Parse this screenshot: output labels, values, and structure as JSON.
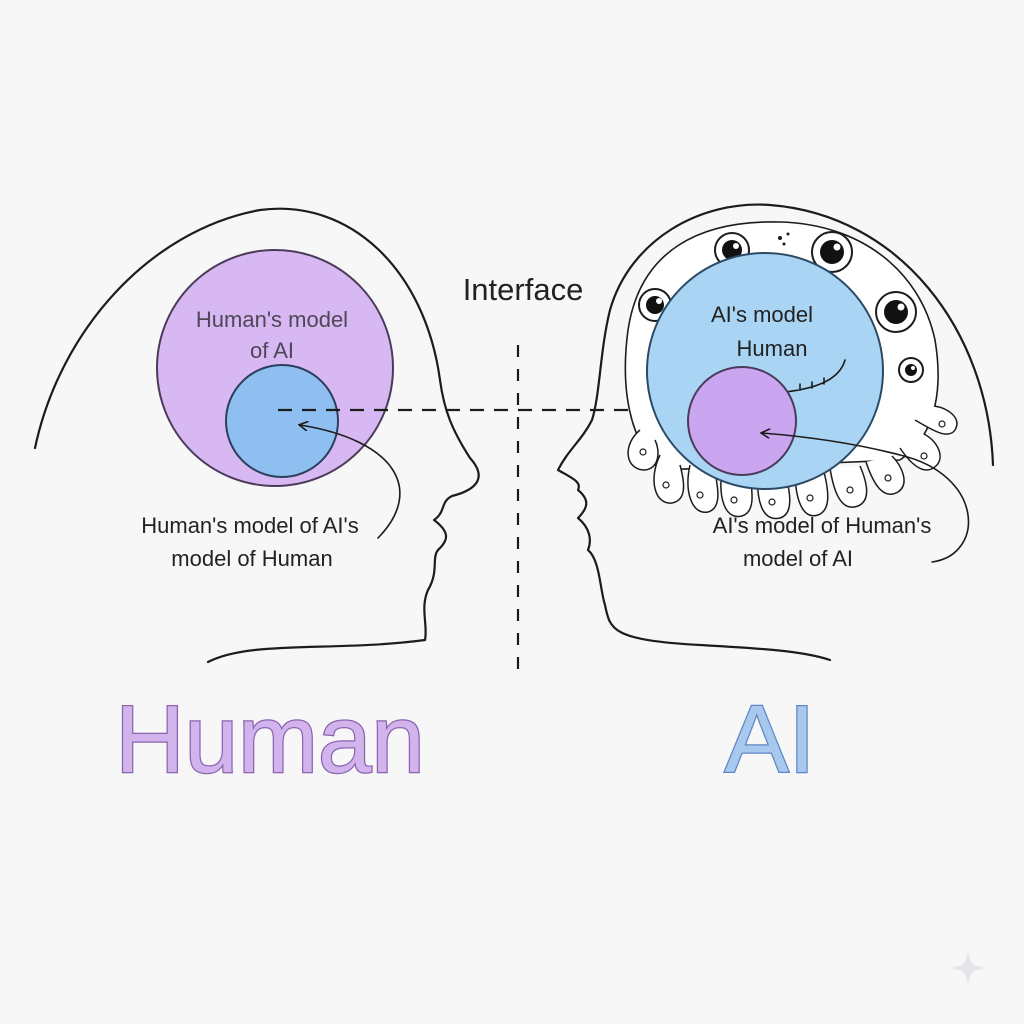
{
  "interface_label": "Interface",
  "human": {
    "outer_label_line1": "Human's model",
    "outer_label_line2": "of AI",
    "inner_label_line1": "Human's model of AI's",
    "inner_label_line2": "model of Human",
    "title": "Human",
    "colors": {
      "outer_fill": "#d7b8f3",
      "outer_stroke": "#4a3b5a",
      "inner_fill": "#8fbff0",
      "inner_stroke": "#2b3f5c",
      "title_fill": "#d2b3ec",
      "title_stroke": "#8b64b0"
    }
  },
  "ai": {
    "outer_label_line1": "AI's model",
    "outer_label_line2": "Human",
    "inner_label_line1": "AI's model of Human's",
    "inner_label_line2": "model of AI",
    "title": "AI",
    "colors": {
      "outer_fill": "#a9d4f4",
      "outer_stroke": "#2b4a66",
      "inner_fill": "#c9a6ef",
      "inner_stroke": "#4a3b5a",
      "title_fill": "#a9c8ee",
      "title_stroke": "#5f86c4"
    }
  }
}
